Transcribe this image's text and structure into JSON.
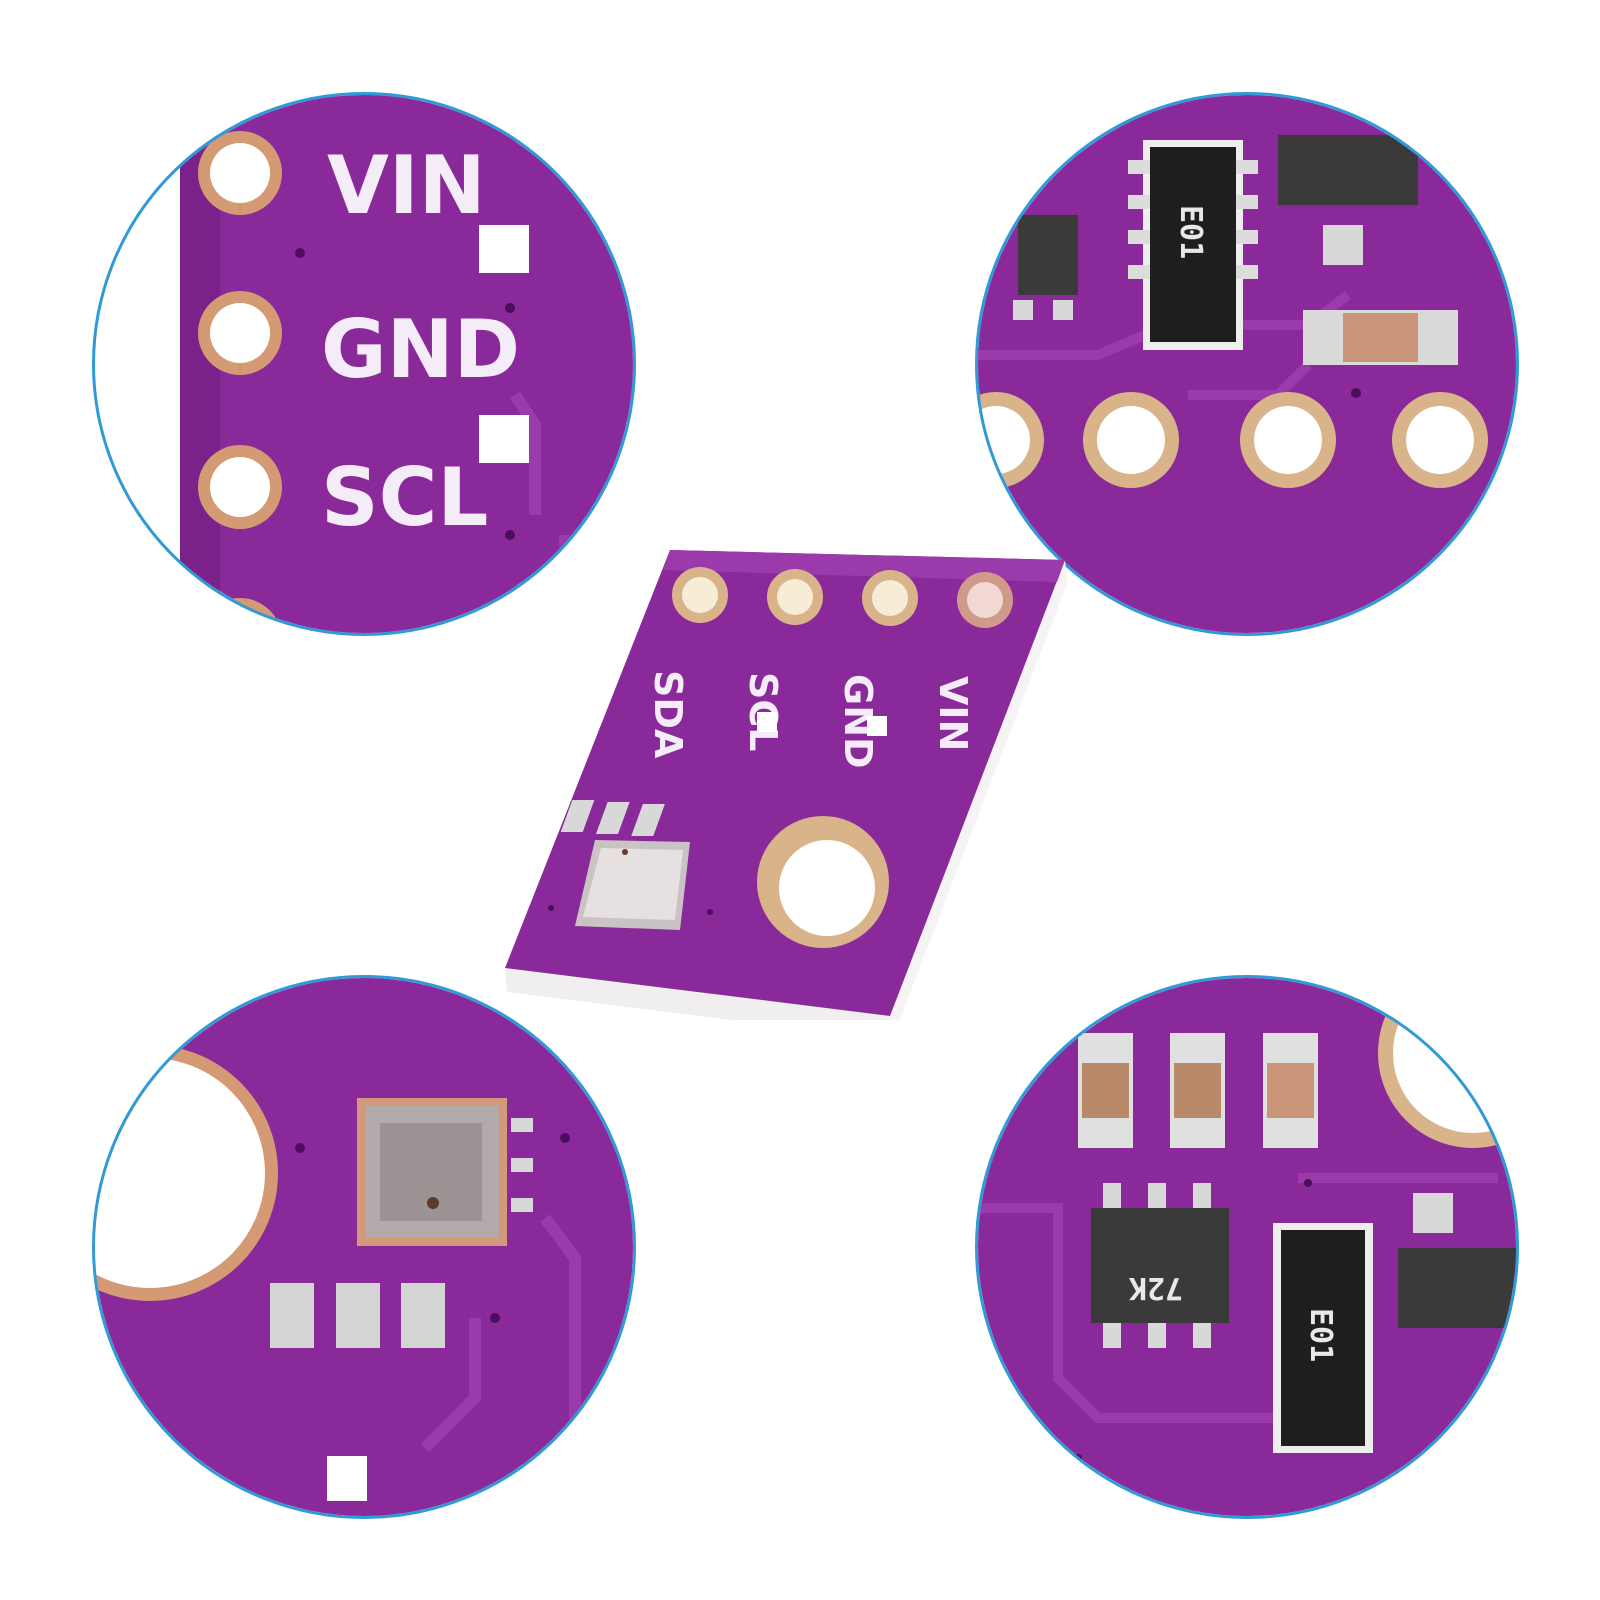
{
  "colors": {
    "pcb": "#8a2a9a",
    "pcb_dark": "#6e1d80",
    "pcb_trace": "#9a3aab",
    "pad_gold": "#d9b48a",
    "frame": "#2f9ad8",
    "silkscreen": "#f4ecf6"
  },
  "closeups": {
    "pins": {
      "vin_label": "VIN",
      "gnd_label": "GND",
      "scl_label": "SCL"
    },
    "regulator": {
      "chip_marking": "E01"
    },
    "sensor": {},
    "components": {
      "chip_marking_left": "72K",
      "chip_marking_right": "E01"
    }
  },
  "board": {
    "pin_labels": [
      "SDA",
      "SCL",
      "GND",
      "VIN"
    ]
  }
}
